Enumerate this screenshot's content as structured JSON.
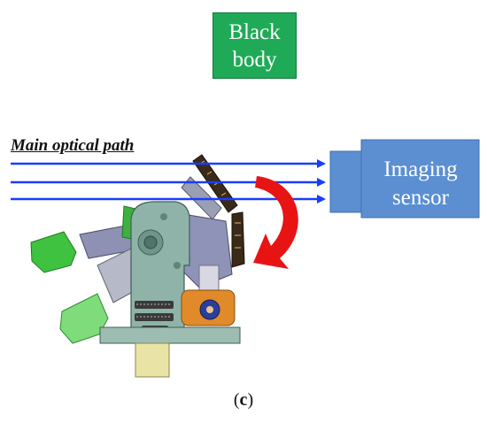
{
  "blackbody": {
    "line1": "Black",
    "line2": "body",
    "color": "#1faa57"
  },
  "optical_path": {
    "label": "Main optical path",
    "arrow_color": "#1a3cff"
  },
  "sensor": {
    "line1": "Imaging",
    "line2": "sensor",
    "color": "#5b8fd1"
  },
  "rotation_arrow": {
    "color": "#e81414"
  },
  "caption": {
    "open": "(",
    "letter": "c",
    "close": ")"
  }
}
